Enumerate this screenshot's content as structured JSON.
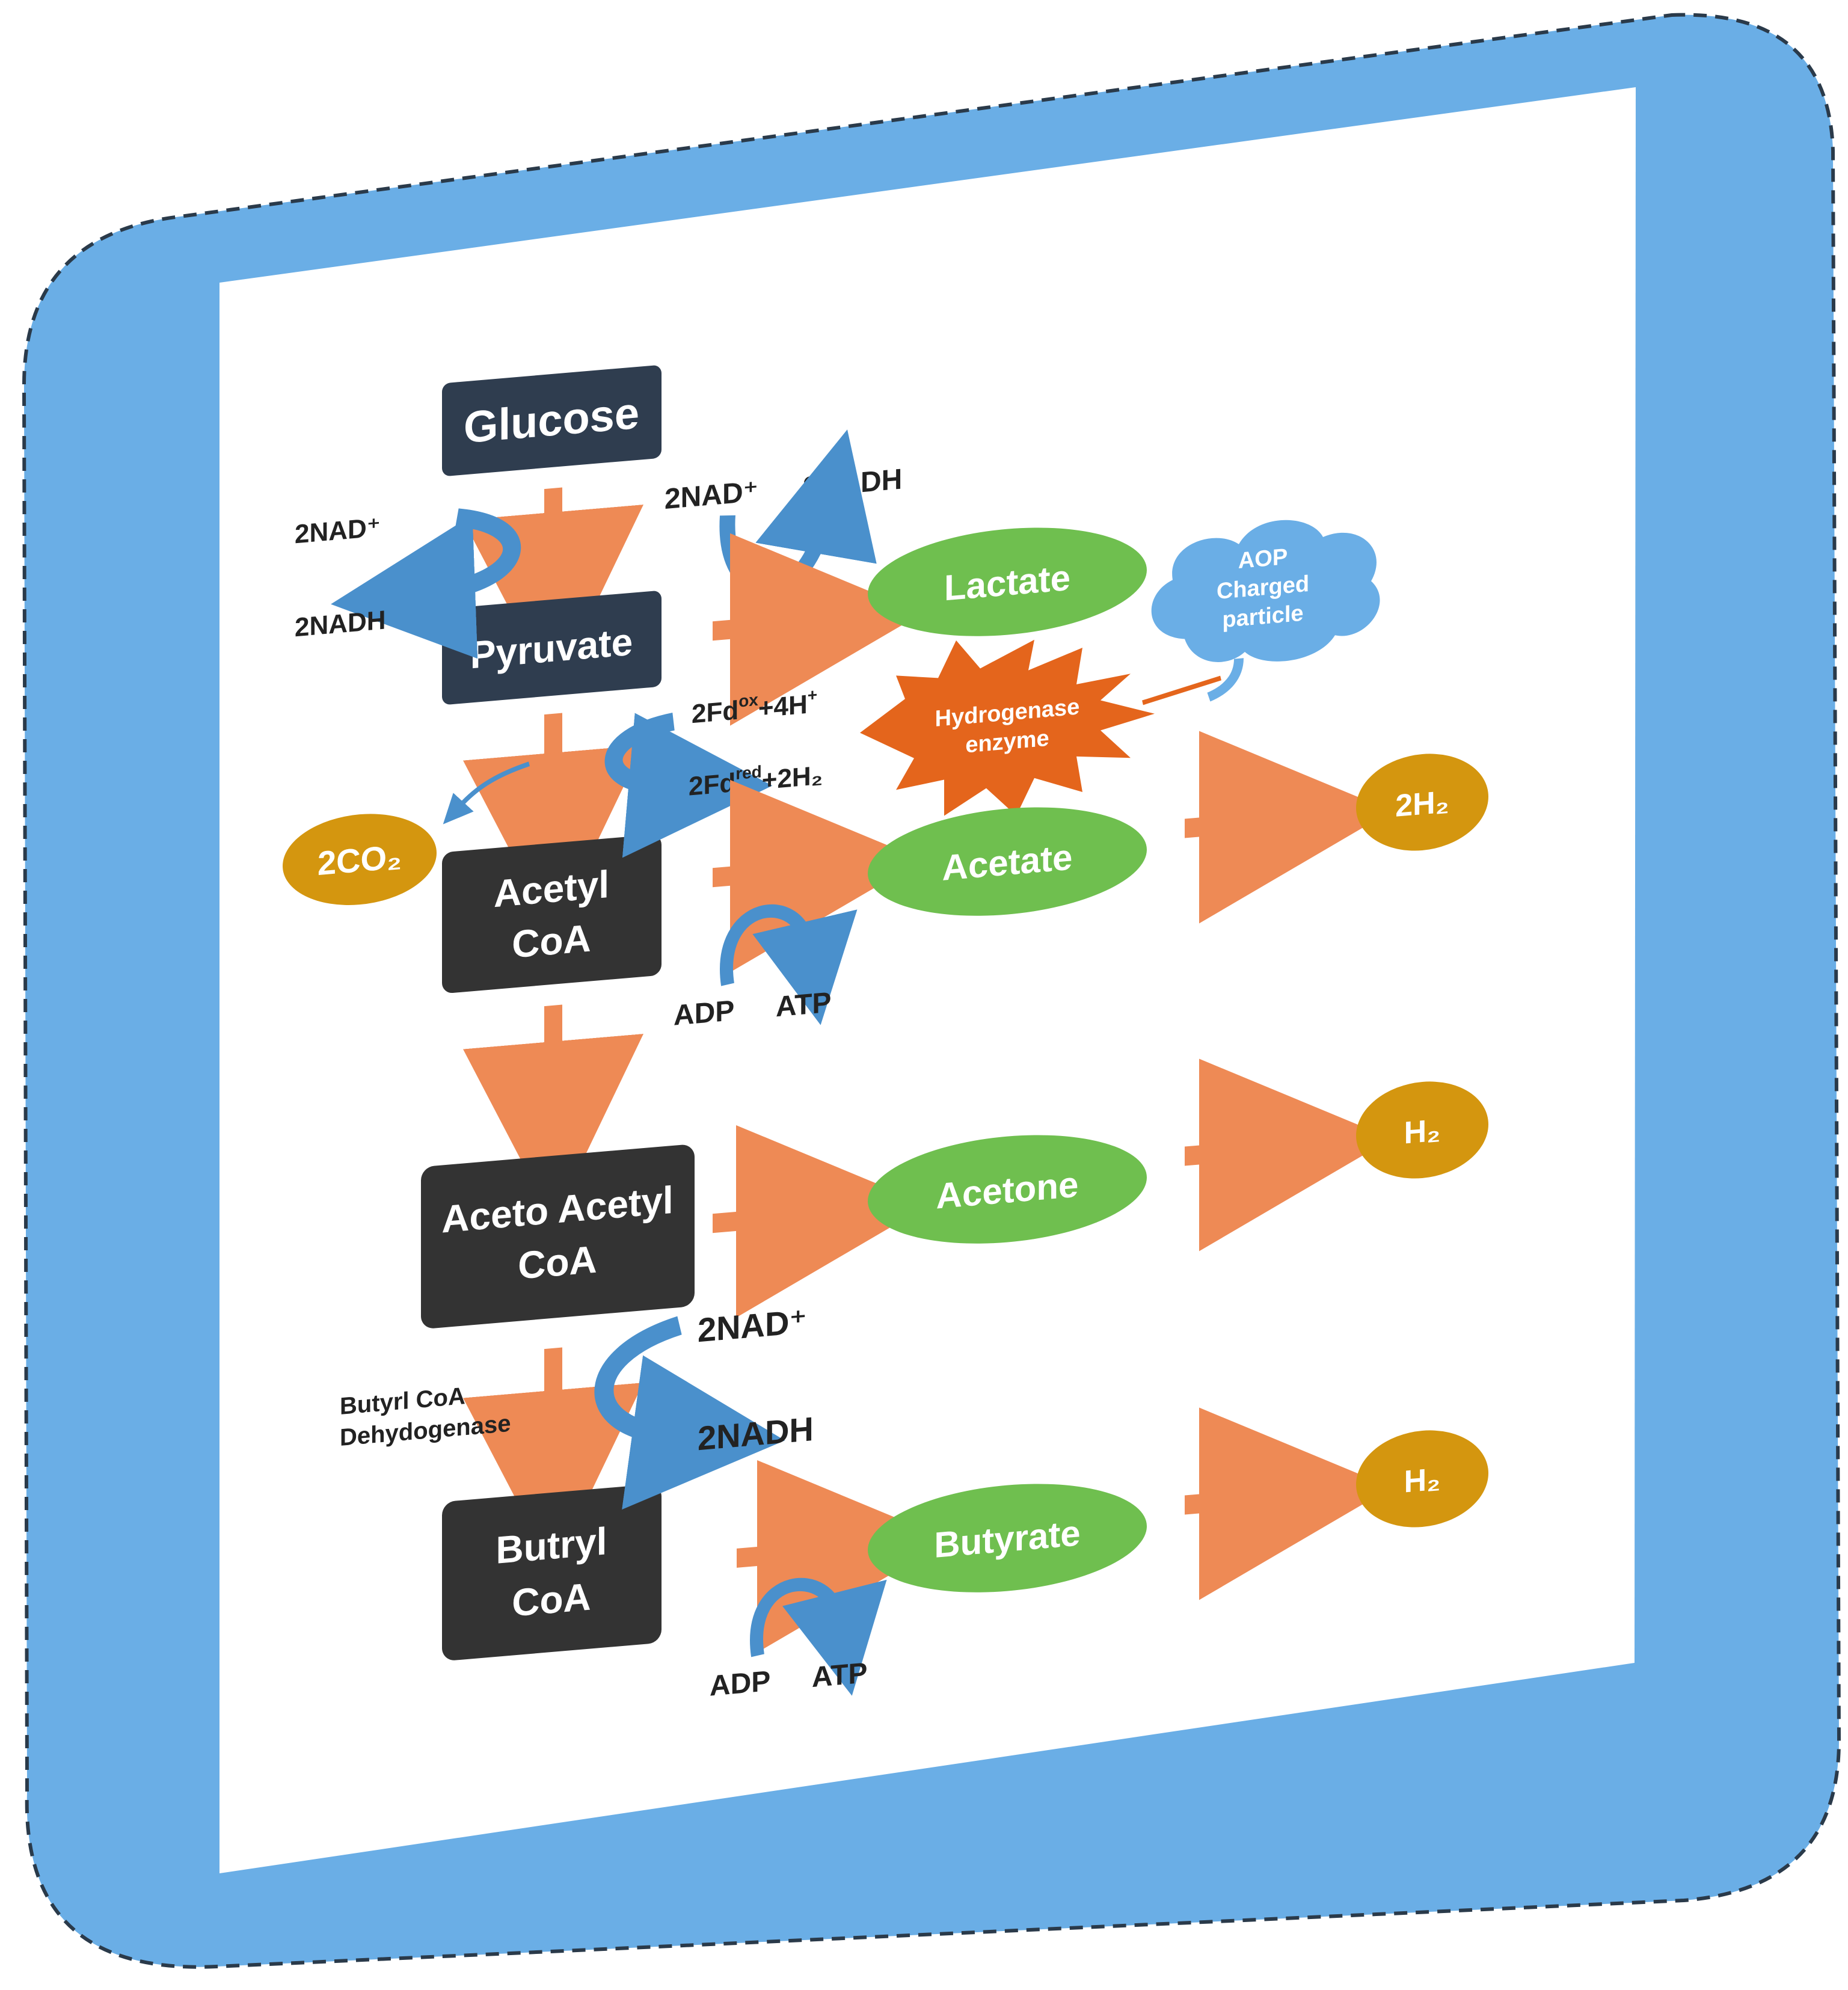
{
  "colors": {
    "frame_blue": "#6aaee6",
    "frame_border": "#2a3a4a",
    "panel": "#ffffff",
    "box_navy": "#2f3d4f",
    "box_dark": "#333333",
    "ellipse_green": "#6fbf4f",
    "ellipse_gold": "#d4960f",
    "arrow_orange": "#ee8a55",
    "arrow_blue": "#4a90cc",
    "burst_orange": "#e4651c",
    "cloud_blue": "#6aaee6",
    "text_dark": "#222222",
    "text_light": "#ffffff"
  },
  "nodes": {
    "glucose": "Glucose",
    "pyruvate": "Pyruvate",
    "acetyl_coa": [
      "Acetyl",
      "CoA"
    ],
    "aceto_acetyl_coa": [
      "Aceto Acetyl",
      "CoA"
    ],
    "butryl_coa": [
      "Butryl",
      "CoA"
    ]
  },
  "products": {
    "lactate": "Lactate",
    "acetate": "Acetate",
    "acetone": "Acetone",
    "butyrate": "Butyrate"
  },
  "gases": {
    "co2": "2CO₂",
    "h2_acetate": "2H₂",
    "h2_acetone": "H₂",
    "h2_butyrate": "H₂"
  },
  "cofactors": {
    "nad_glucose": "2NAD⁺",
    "nadh_glucose": "2NADH",
    "nad_lactate": "2NAD⁺",
    "nadh_lactate": "2NADH",
    "fd_ox_prefix": "2Fd",
    "fd_ox_sup": "ox",
    "fd_ox_suffix": "+4H",
    "fd_ox_charge": "+",
    "fd_red_prefix": "2Fd",
    "fd_red_sup": "red",
    "fd_red_suffix": "+2H₂",
    "adp_acetate": "ADP",
    "atp_acetate": "ATP",
    "nad_butyryl": "2NAD⁺",
    "nadh_butyryl": "2NADH",
    "adp_butyrate": "ADP",
    "atp_butyrate": "ATP"
  },
  "enzymes": {
    "hydrogenase": [
      "Hydrogenase",
      "enzyme"
    ],
    "butyryl_dehydrogenase": [
      "Butyrl CoA",
      "Dehydogenase"
    ]
  },
  "cloud": [
    "AOP",
    "Charged",
    "particle"
  ]
}
